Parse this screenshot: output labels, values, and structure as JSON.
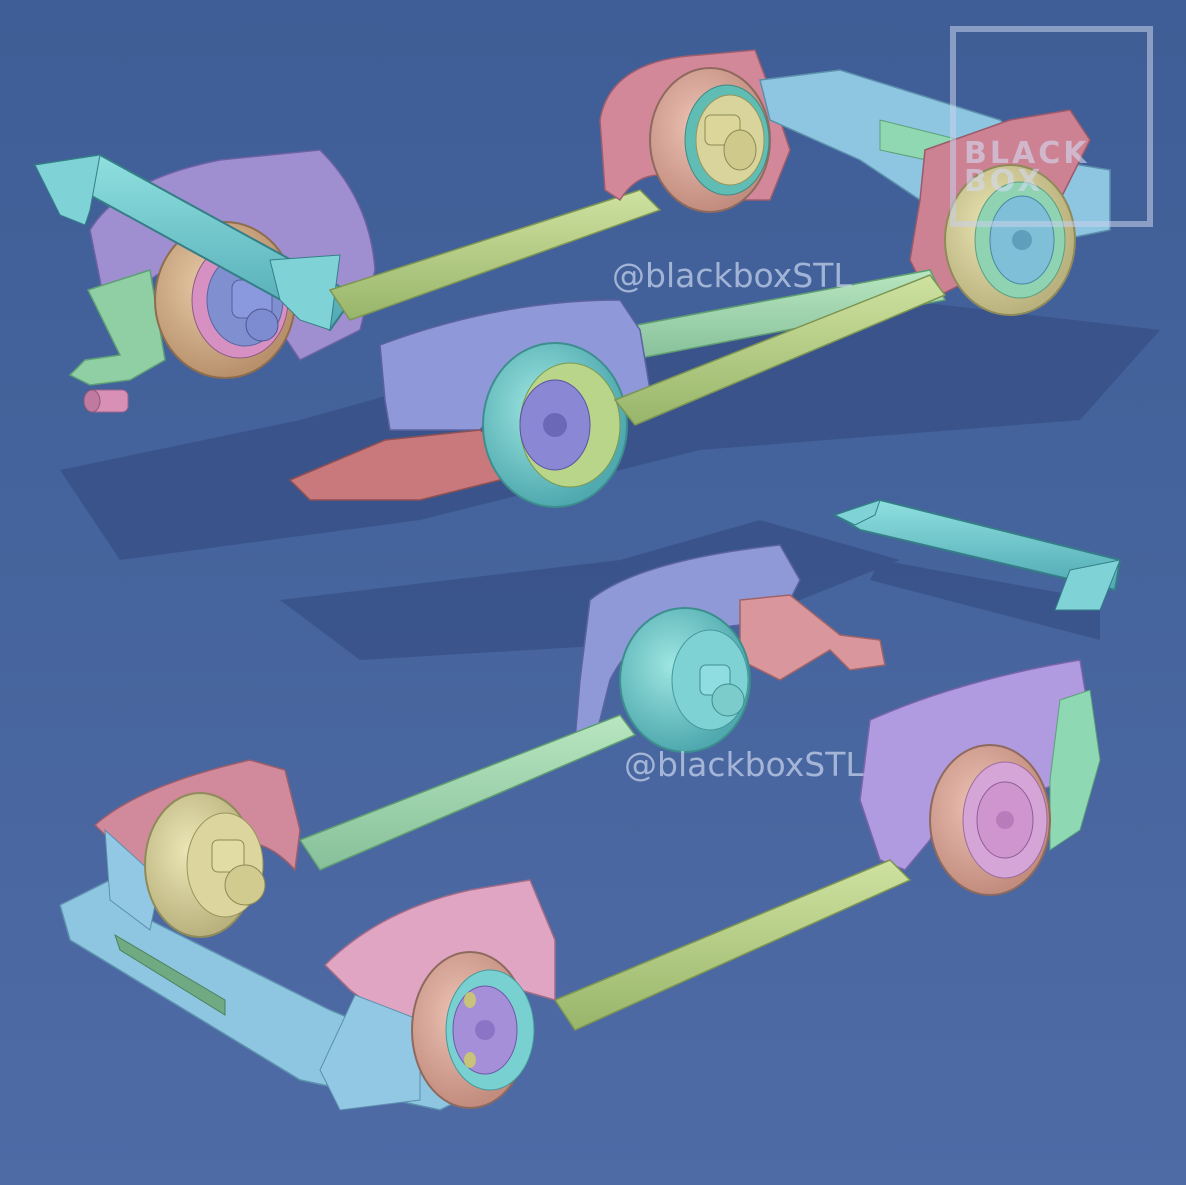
{
  "image": {
    "description": "3D render of widebody car kit parts (fenders, side skirts, wheels, wing, bumper) in pastel colors on blue background",
    "background_top": "#3f5d96",
    "background_bottom": "#4f6ba6"
  },
  "watermarks": {
    "handle_top": "@blackboxSTL",
    "handle_bottom": "@blackboxSTL",
    "logo_line1": "BLACK",
    "logo_line2": "BOX"
  },
  "colors": {
    "teal": "#6cc7c9",
    "light_blue": "#8fc3df",
    "pink": "#d98aa0",
    "rose": "#c77a84",
    "lavender": "#9a8fd6",
    "periwinkle": "#8f98d6",
    "green": "#8fd2a8",
    "lime": "#b9d38a",
    "tan": "#d8b894",
    "cream": "#dcd7a5",
    "shadow": "#354f83"
  },
  "parts": {
    "top_assembly": [
      "rear wing (teal)",
      "rear fender (lavender)",
      "tire (tan)",
      "exhaust tip (pink)",
      "rear diffuser bracket (green)",
      "side skirt (lime)",
      "front fender (rose)",
      "tire (cream)",
      "front bumper section (light blue)",
      "rear quarter panel (periwinkle)",
      "rear bumper lip (rose)",
      "wheel (teal/lime)"
    ],
    "bottom_assembly": [
      "rear wing (teal)",
      "rear fender (periwinkle)",
      "tire (teal)",
      "rear bumper bracket (pink)",
      "side skirt (green)",
      "front fender (rose)",
      "tire (cream)",
      "front bumper (light blue)",
      "rear fender (lavender)",
      "wheel (pink)",
      "front fender (pink)",
      "wheel (lavender/teal)"
    ]
  }
}
